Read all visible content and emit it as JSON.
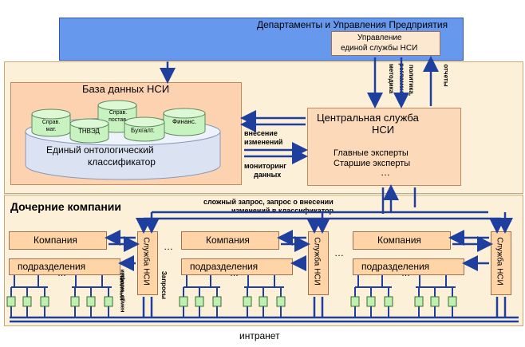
{
  "header": {
    "title": "Департаменты и Управления Предприятия",
    "nsi_management_line1": "Управление",
    "nsi_management_line2": "единой службы НСИ"
  },
  "vertical_labels": {
    "policy": "политика,",
    "regulations": "регламент,",
    "methodology": "методика",
    "reports": "отчеты"
  },
  "database": {
    "title": "База данных НСИ",
    "classifier_line1": "Единый онтологический",
    "classifier_line2": "классификатор",
    "cylinders": [
      "Справ. мат.",
      "Справ. постав.",
      "Финанс.",
      "ТНВЭД",
      "Бухгалт."
    ]
  },
  "flows": {
    "input_line1": "внесение",
    "input_line2": "изменений",
    "monitor_line1": "мониторинг",
    "monitor_line2": "данных"
  },
  "central": {
    "title_line1": "Центральная служба",
    "title_line2": "НСИ",
    "experts_line1": "Главные эксперты",
    "experts_line2": "Старшие эксперты",
    "ellipsis": "…"
  },
  "subsidiaries": {
    "title": "Дочерние компании",
    "request_line1": "сложный запрос, запрос о внесении",
    "request_line2": "изменений в классификатор",
    "company": "Компания",
    "divisions": "подразделения",
    "service": "Служба НСИ",
    "requests": "Запросы",
    "exchange_line1": "Пакетный",
    "exchange_line2": "информ. обмен",
    "dots": "…",
    "intranet": "интранет"
  },
  "colors": {
    "header_bg": "#6699ee",
    "outer_bg": "#fdf0d8",
    "db_bg": "#fcd2b0",
    "central_bg": "#fcd9b8",
    "company_bg": "#ffd5a8",
    "cyl_green": "#c8f2c0",
    "arrow": "#1f3f9e"
  }
}
